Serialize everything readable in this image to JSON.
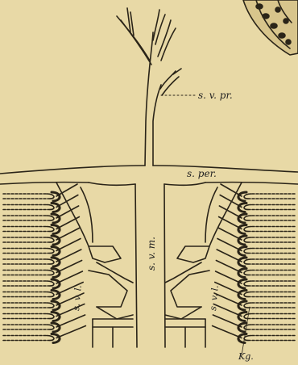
{
  "figure": {
    "background": "#e8d9a6",
    "ink": "#2a2418",
    "labels": {
      "svpr": "s. v. pr.",
      "sper": "s. per.",
      "svm": "s. v. m.",
      "svl_left": "s. v. l.",
      "svl_right": "s. v. l.",
      "kg": "Kg."
    }
  }
}
